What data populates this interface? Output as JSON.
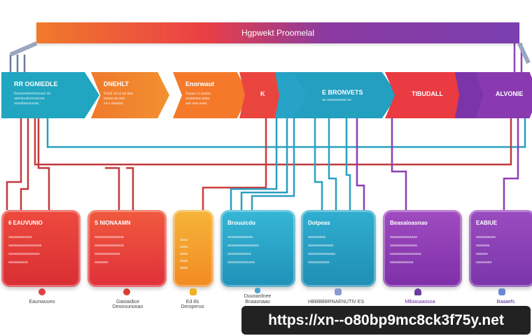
{
  "title": "Hgpwekt Proomelal",
  "stages": [
    {
      "label": "RR OGNIEDLE",
      "sub": "lbuoawawmntocoaul do\nawmaustrosnuoooe\nausaitaaususaa",
      "color": "#20a6c0"
    },
    {
      "label": "DNEHLT",
      "sub": "Sslyd cd ss aa aaa\nsaaaa aa aaa\nsa a aaaaaa",
      "color": "#f07a2c"
    },
    {
      "label": "Enorwaut",
      "sub": "Sssaa cs aaaaa\nssaaaaaa aaaa\nsaa aaa aaaa",
      "color": "#f47a2a"
    },
    {
      "label": "K",
      "sub": "",
      "color": "#e9453e"
    },
    {
      "label": "",
      "sub": "",
      "color": "#26a3c6"
    },
    {
      "label": "E BRONVETS",
      "sub": "aa aaaaaaaaaa aa",
      "color": "#239fc0"
    },
    {
      "label": "TIBUDALL",
      "sub": "",
      "color": "#ea3a42"
    },
    {
      "label": "",
      "sub": "",
      "color": "#7b35a8"
    },
    {
      "label": "ALVONIE",
      "sub": "",
      "color": "#8a3ab0"
    }
  ],
  "cards": [
    {
      "title": "6 EAUVUNIO",
      "body": "aaaaaaaaaaaa\naaaaaaaaaaaaaaaaa\naaaaaaaaaaaaaaaa\naaaaaaaaaa",
      "caption": "Eaunwuueo",
      "color": "#e83a3a"
    },
    {
      "title": "S NIONAAMN",
      "body": "aaaaaaaaaaaaaaa\naaaaaaaaaaaaaaa\naaaaaaaaaaaaa\naaaaaaa",
      "caption": "Gaoiaidice\nDeoosunooao",
      "color": "#ea4040"
    },
    {
      "title": "",
      "body": "aaaa\naaaa\naaaa\naaaa\naaaa",
      "caption": "Ed ills\nDeroperuo",
      "color": "#f39a2a"
    },
    {
      "title": "Brouuicdo",
      "body": "aaaaaaaaaaaaa\naaaaaaaaaaaaaaaa\naaaaaaaaaaaa\naaaaaaaaaaaaaa",
      "caption": "Duuoardnee\nBnaasnaao",
      "color": "#2aa6c8"
    },
    {
      "title": "Dotpeas",
      "body": "aaaaaaaaa\naaaaaaaaaaaaa\naaaaaaaaaaaaaa\naaaaaaaaaaa",
      "caption": "HBBBBBRNAENUTIV ES",
      "color": "#26a0c2"
    },
    {
      "title": "Beasaioasnao",
      "body": "aaaaaaaaaaaaaa\naaaaaaaaaaaaaa\naaaaaaaaaaaaaaaa\naaaaaaaaaaaa",
      "caption": "Mlbiasaaosoa",
      "color": "#8b3ab2"
    },
    {
      "title": "EABIUE",
      "body": "aaaaaaaaaa\naaaaaaa\naaaaaa\naaaaaaaa",
      "caption": "Baaaefs",
      "color": "#7b3fb3"
    }
  ],
  "watermark": "https://xn--o80bp9mc8ck3f75y.net"
}
